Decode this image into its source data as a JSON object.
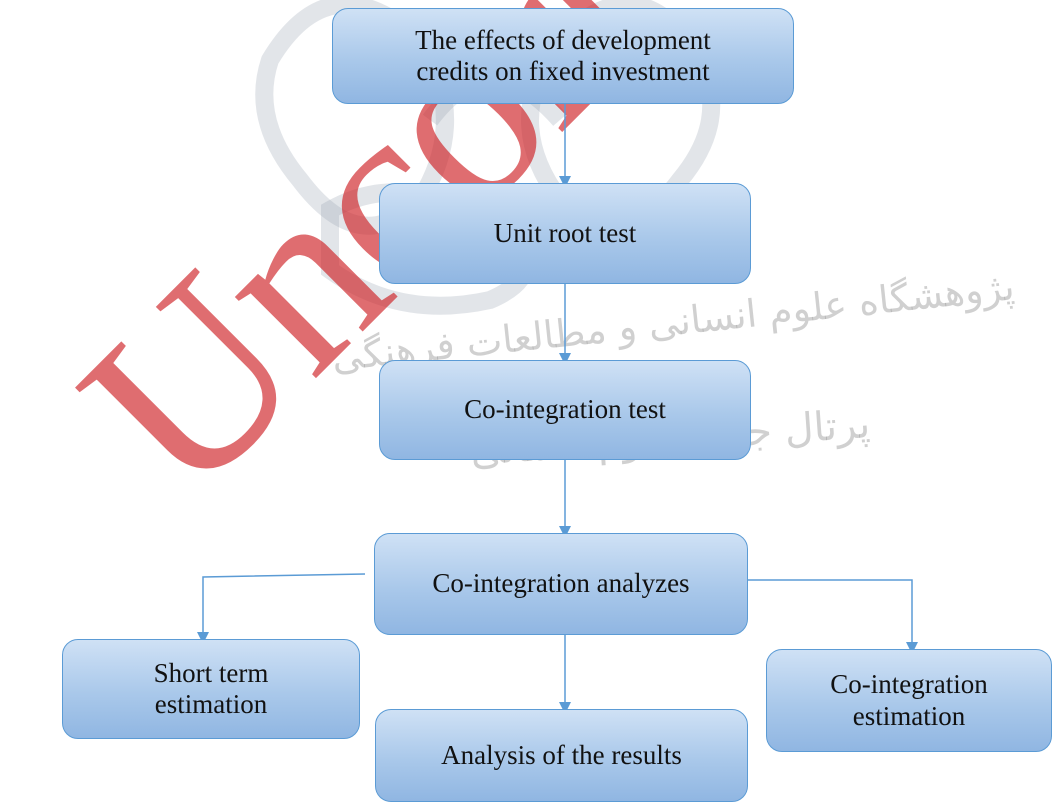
{
  "watermark": {
    "text": "Uncorrected",
    "persian_line1": "پژوهشگاه علوم انسانی و مطالعات فرهنگی",
    "persian_line2": "پرتال جامع علوم انسانی"
  },
  "nodes": {
    "n1": "The effects of development credits on fixed investment",
    "n2": "Unit root test",
    "n3": "Co-integration test",
    "n4": "Co-integration analyzes",
    "n5": "Short term estimation",
    "n6": "Analysis of the results",
    "n7": "Co-integration estimation"
  },
  "colors": {
    "box_border": "#5b9bd5",
    "box_fill": "#a9c8ea",
    "arrow": "#5b9bd5",
    "watermark": "#ce1e24"
  }
}
